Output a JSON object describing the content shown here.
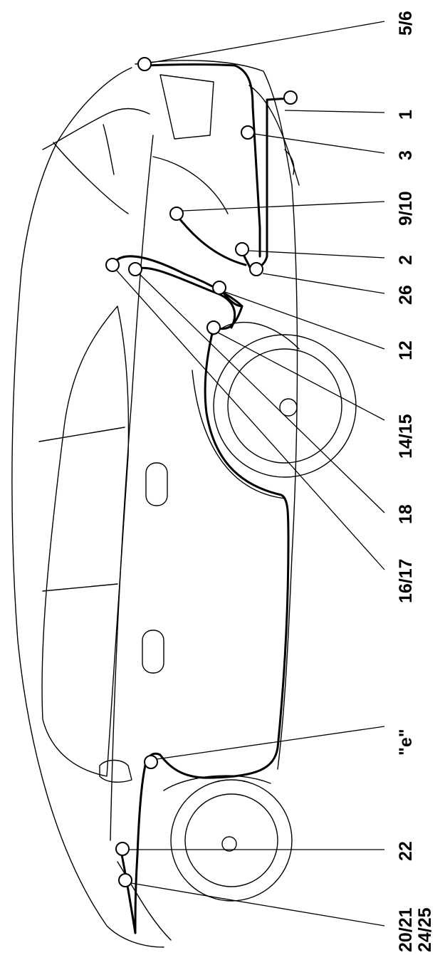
{
  "labels": {
    "l56": "5/6",
    "l1": "1",
    "l3": "3",
    "l910": "9/10",
    "l2": "2",
    "l26": "26",
    "l12": "12",
    "l1415": "14/15",
    "l18": "18",
    "l1617": "16/17",
    "le": "\"e\"",
    "l22": "22",
    "l2021": "20/21",
    "l2425": "24/25"
  }
}
